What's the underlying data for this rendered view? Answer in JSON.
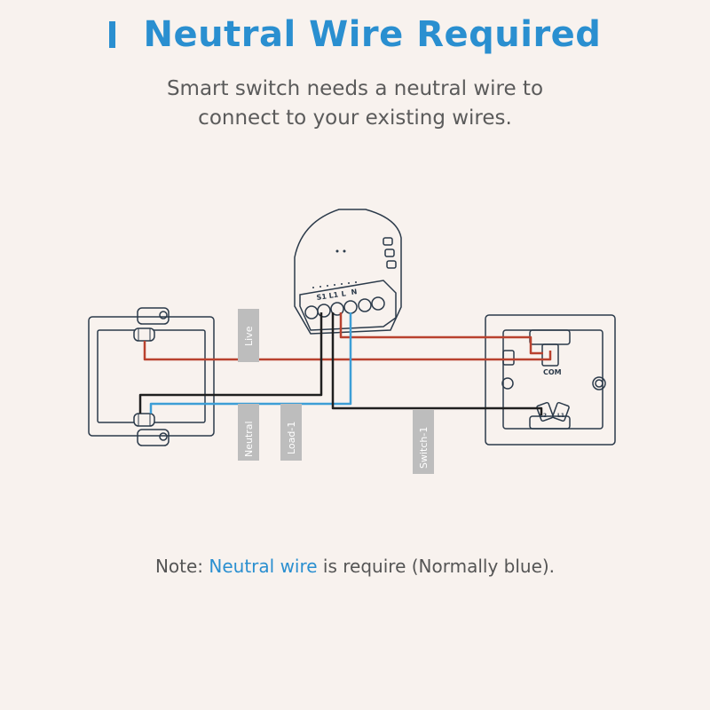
{
  "header": {
    "title": "Neutral Wire Required",
    "subtitle_line1": "Smart switch needs a neutral wire to",
    "subtitle_line2": "connect to your existing wires."
  },
  "diagram": {
    "wire_labels": {
      "live": "Live",
      "neutral": "Neutral",
      "load": "Load-1",
      "switch": "Switch-1"
    },
    "module_terminals": [
      "S1",
      "L1",
      "L",
      "N"
    ],
    "switch_terminals": {
      "com": "COM",
      "l1": "L1",
      "l2": "L2"
    },
    "colors": {
      "live": "#b9412e",
      "neutral": "#3d9ed6",
      "load": "#1f1f1f",
      "outline": "#2b3a4a",
      "label_bg": "#bdbdbd",
      "accent": "#2a8fd0"
    }
  },
  "note": {
    "prefix": "Note: ",
    "highlight": "Neutral wire",
    "suffix": " is require (Normally blue)."
  }
}
